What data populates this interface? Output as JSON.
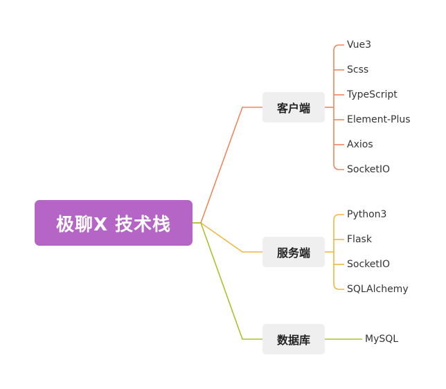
{
  "root": {
    "label": "极聊X 技术栈"
  },
  "branches": [
    {
      "label": "客户端",
      "color": "#f0865a",
      "children": [
        "Vue3",
        "Scss",
        "TypeScript",
        "Element-Plus",
        "Axios",
        "SocketIO"
      ]
    },
    {
      "label": "服务端",
      "color": "#f2b640",
      "children": [
        "Python3",
        "Flask",
        "SocketIO",
        "SQLAlchemy"
      ]
    },
    {
      "label": "数据库",
      "color": "#a9c22a",
      "children": [
        "MySQL"
      ]
    }
  ]
}
